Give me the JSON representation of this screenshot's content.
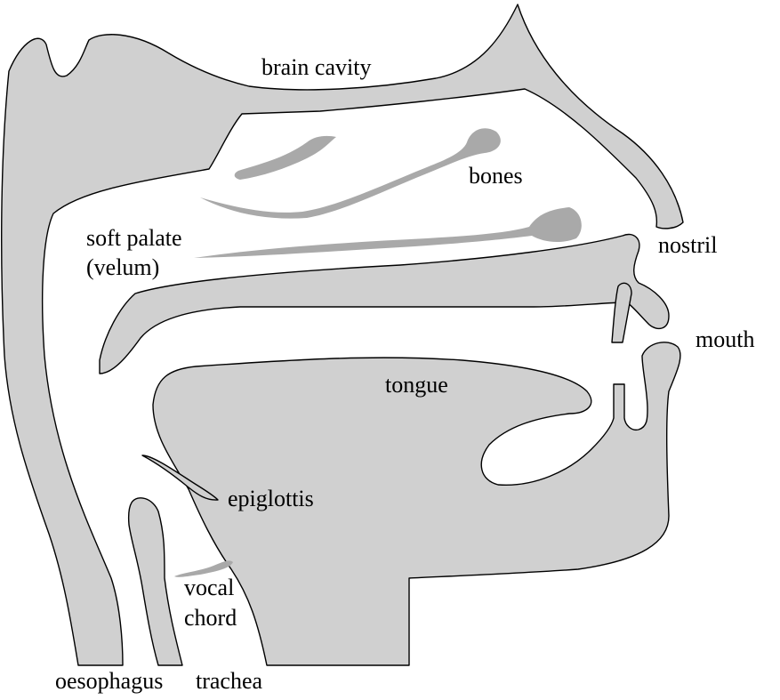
{
  "colors": {
    "tissue": "#d0d0d0",
    "bone": "#a9a9a9",
    "outline": "#000000",
    "background": "#ffffff"
  },
  "labels": {
    "brain_cavity": "brain cavity",
    "bones": "bones",
    "soft_palate_line1": "soft palate",
    "soft_palate_line2": "(velum)",
    "nostril": "nostril",
    "mouth": "mouth",
    "tongue": "tongue",
    "epiglottis": "epiglottis",
    "vocal_chord_line1": "vocal",
    "vocal_chord_line2": "chord",
    "oesophagus": "oesophagus",
    "trachea": "trachea"
  }
}
